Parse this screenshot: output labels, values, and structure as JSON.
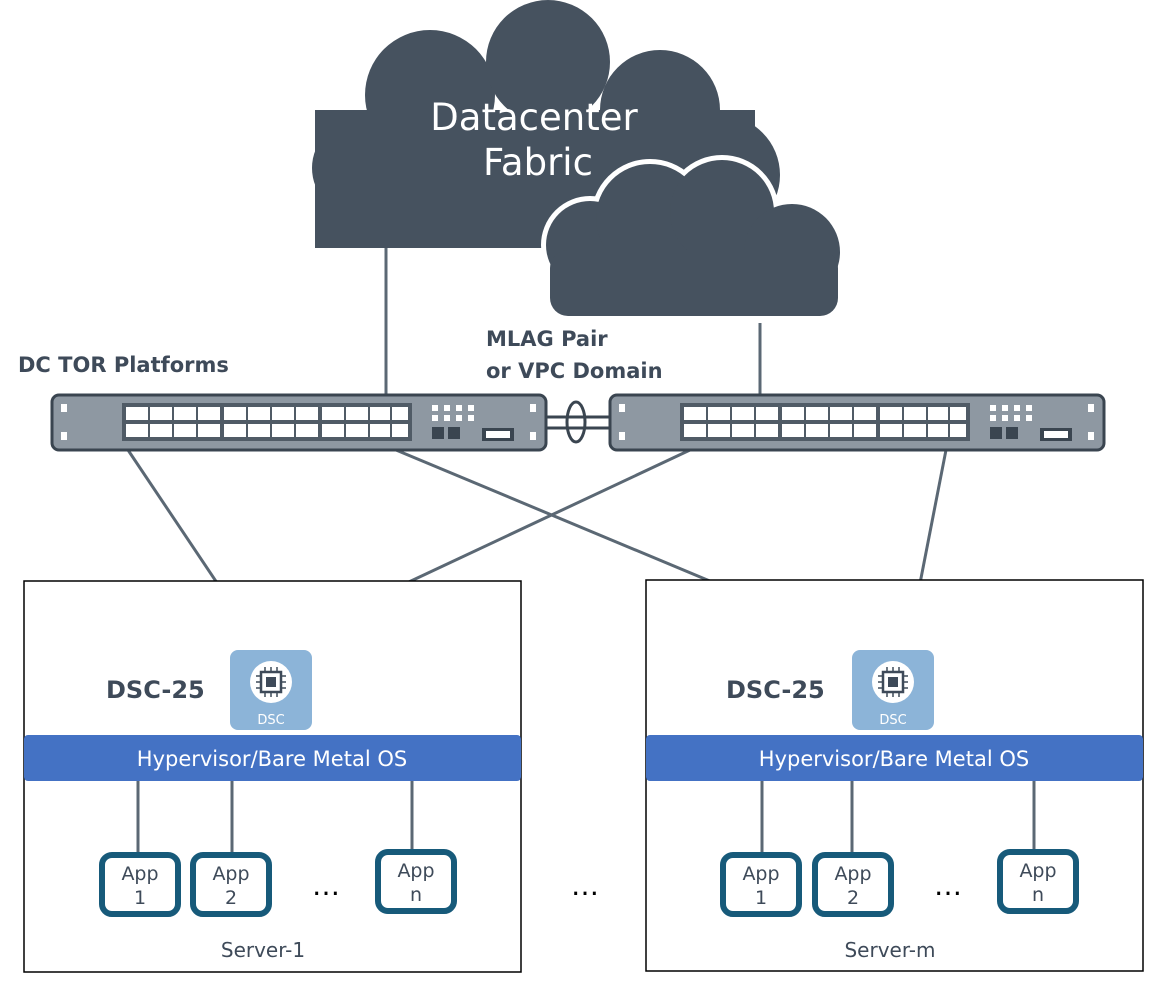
{
  "cloud": {
    "line1": "Datacenter",
    "line2": "Fabric"
  },
  "labels": {
    "tor": "DC TOR Platforms",
    "mlag_line1": "MLAG Pair",
    "mlag_line2": "or VPC Domain"
  },
  "servers": [
    {
      "dsc_label": "DSC-25",
      "dsc_chip": "DSC",
      "hypervisor": "Hypervisor/Bare Metal OS",
      "apps": [
        {
          "l1": "App",
          "l2": "1"
        },
        {
          "l1": "App",
          "l2": "2"
        },
        {
          "l1": "App",
          "l2": "n"
        }
      ],
      "ellipsis": "…",
      "name": "Server-1"
    },
    {
      "dsc_label": "DSC-25",
      "dsc_chip": "DSC",
      "hypervisor": "Hypervisor/Bare Metal OS",
      "apps": [
        {
          "l1": "App",
          "l2": "1"
        },
        {
          "l1": "App",
          "l2": "2"
        },
        {
          "l1": "App",
          "l2": "n"
        }
      ],
      "ellipsis": "…",
      "name": "Server-m"
    }
  ],
  "between_servers": "…",
  "colors": {
    "cloud": "#46525f",
    "hypervisor_bar": "#4472c4",
    "app_border": "#175a7a",
    "dsc_tile": "#8cb4d8",
    "link": "#5b6874"
  },
  "icons": {
    "chip": "processor-chip-icon"
  }
}
